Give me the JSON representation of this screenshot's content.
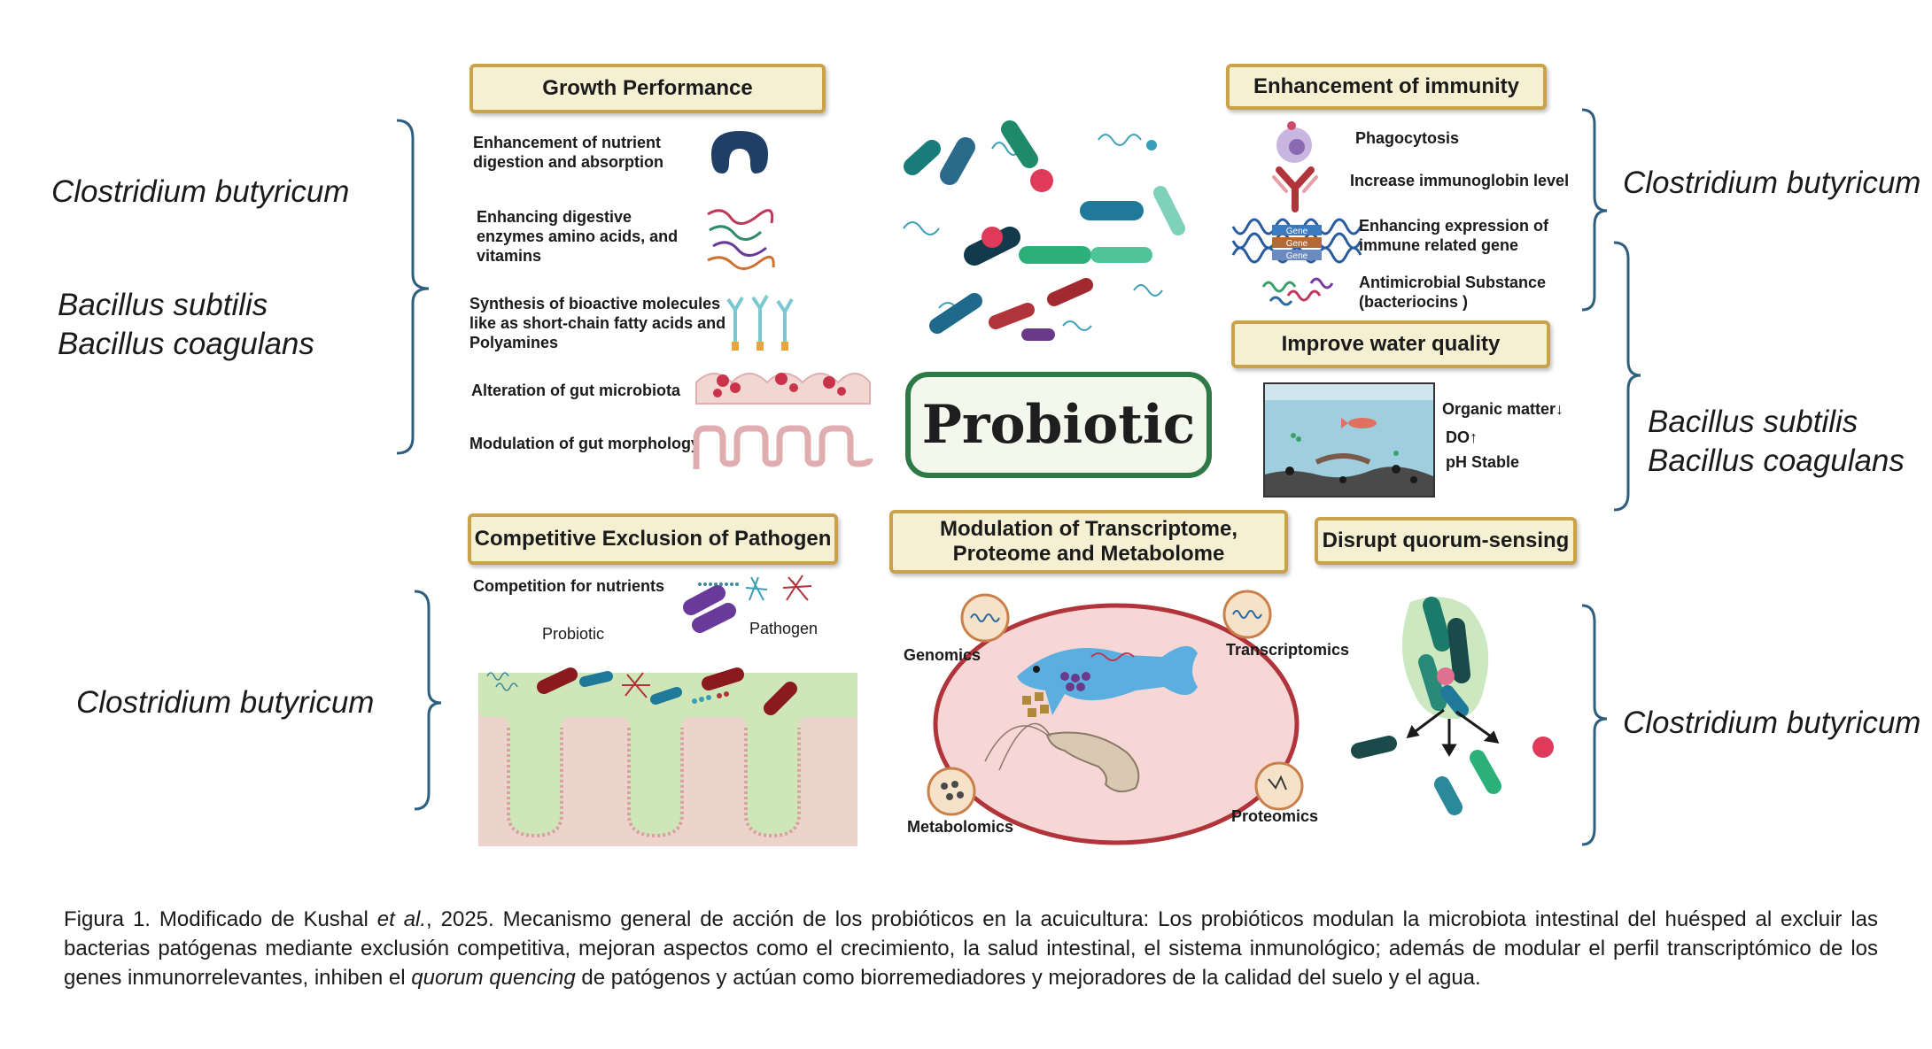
{
  "species": {
    "left_top": "Clostridium butyricum",
    "left_mid_1": "Bacillus subtilis",
    "left_mid_2": "Bacillus coagulans",
    "left_bottom": "Clostridium butyricum",
    "right_top": "Clostridium butyricum",
    "right_mid_1": "Bacillus subtilis",
    "right_mid_2": "Bacillus coagulans",
    "right_bottom": "Clostridium butyricum"
  },
  "growth": {
    "title": "Growth Performance",
    "items": [
      "Enhancement of  nutrient digestion and absorption",
      "Enhancing  digestive enzymes amino acids, and vitamins",
      "Synthesis of bioactive molecules like as short-chain fatty acids and Polyamines",
      "Alteration of gut microbiota",
      "Modulation of gut morphology"
    ]
  },
  "immunity": {
    "title": "Enhancement of immunity",
    "items": [
      "Phagocytosis",
      "Increase immunoglobin level",
      "Enhancing expression of immune related gene",
      "Antimicrobial Substance (bacteriocins )"
    ],
    "gene_label": "Gene"
  },
  "water": {
    "title": "Improve water quality",
    "organic": "Organic matter↓",
    "do": "DO↑",
    "ph": "pH Stable"
  },
  "center": {
    "label": "Probiotic"
  },
  "competitive": {
    "title": "Competitive Exclusion of Pathogen",
    "nutrients": "Competition for nutrients",
    "probiotic": "Probiotic",
    "pathogen": "Pathogen"
  },
  "omics": {
    "title_line1": "Modulation of Transcriptome,",
    "title_line2": "Proteome and Metabolome",
    "genomics": "Genomics",
    "transcriptomics": "Transcriptomics",
    "metabolomics": "Metabolomics",
    "proteomics": "Proteomics"
  },
  "quorum": {
    "title": "Disrupt quorum-sensing"
  },
  "caption": {
    "part1": "Figura 1. Modificado de Kushal ",
    "etal": "et al.",
    "part2": ", 2025. Mecanismo general de acción de los probióticos en la acuicultura: Los probióticos modulan la microbiota intestinal del huésped al excluir las bacterias patógenas mediante exclusión competitiva, mejoran aspectos como el crecimiento, la salud intestinal, el sistema inmunológico; además de modular el perfil transcriptómico de los genes inmunorrelevantes, inhiben el ",
    "quorum": "quorum quencing",
    "part3": " de patógenos y  actúan como biorremediadores y mejoradores de la calidad del suelo y el agua."
  },
  "colors": {
    "box_fill": "#f6f0d3",
    "box_border": "#c9a24a",
    "probiotic_border": "#2e7a46",
    "bracket": "#2f5f7f"
  }
}
